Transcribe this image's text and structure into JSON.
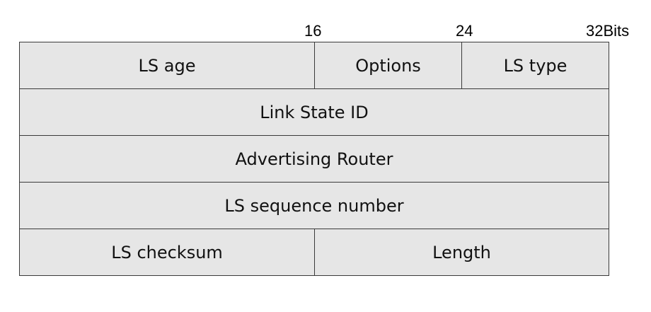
{
  "bit_markers": [
    "16",
    "24",
    "32Bits"
  ],
  "rows": [
    {
      "cells": [
        "LS age",
        "Options",
        "LS type"
      ]
    },
    {
      "cells": [
        "Link State ID"
      ]
    },
    {
      "cells": [
        "Advertising Router"
      ]
    },
    {
      "cells": [
        "LS sequence number"
      ]
    },
    {
      "cells": [
        "LS checksum",
        "Length"
      ]
    }
  ]
}
